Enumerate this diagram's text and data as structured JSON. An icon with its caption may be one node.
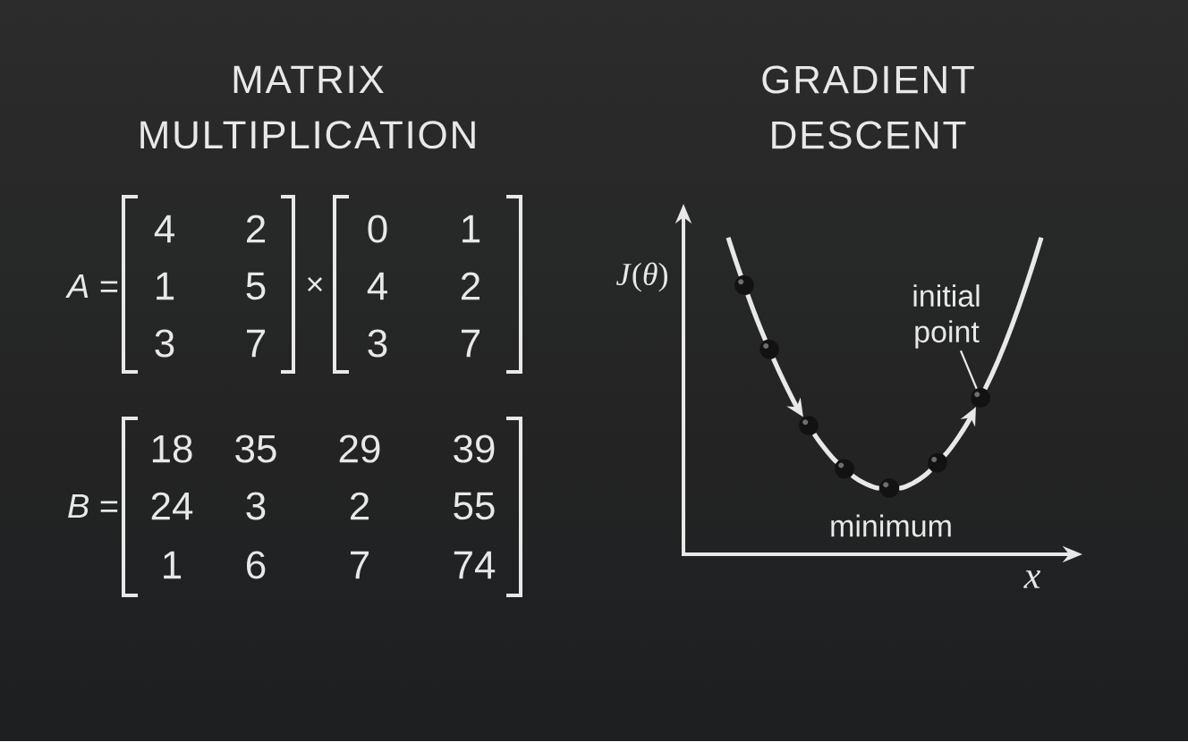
{
  "diagram": {
    "nodes": [
      {
        "text": [],
        "shape": "circle"
      },
      {
        "text": [],
        "shape": "circle"
      },
      {
        "text": [],
        "shape": "circle"
      },
      {
        "text": [],
        "shape": "circle"
      },
      {
        "text": [],
        "shape": "circle"
      },
      {
        "text": [],
        "shape": "circle"
      },
      {
        "text": [],
        "shape": "circle"
      },
      {
        "text": [
          "initial point"
        ]
      }
    ],
    "edges": [
      {
        "from": null,
        "to": 0,
        "arrow": "none"
      },
      {
        "from": 0,
        "to": 1,
        "arrow": "none"
      },
      {
        "from": 1,
        "to": 2,
        "arrow": "to"
      },
      {
        "from": 2,
        "to": 3,
        "arrow": "none"
      },
      {
        "from": 3,
        "to": 4,
        "arrow": "none"
      },
      {
        "from": 4,
        "to": 5,
        "arrow": "none"
      },
      {
        "from": 5,
        "to": 6,
        "arrow": "to"
      },
      {
        "from": 6,
        "to": null,
        "arrow": "none"
      },
      {
        "from": 7,
        "to": 6,
        "arrow": "none"
      }
    ],
    "labels": [
      "MATRIX MULTIPLICATION",
      "*A* =",
      "4",
      "2",
      "1",
      "5",
      "3",
      "7",
      "×",
      "0",
      "1",
      "4",
      "2",
      "3",
      "7",
      "*B* =",
      "18",
      "35",
      "29",
      "39",
      "24",
      "3",
      "2",
      "55",
      "1",
      "6",
      "7",
      "74",
      "GRADIENT DESCENT",
      "*J*(*θ*)",
      "minimum",
      "x"
    ]
  }
}
